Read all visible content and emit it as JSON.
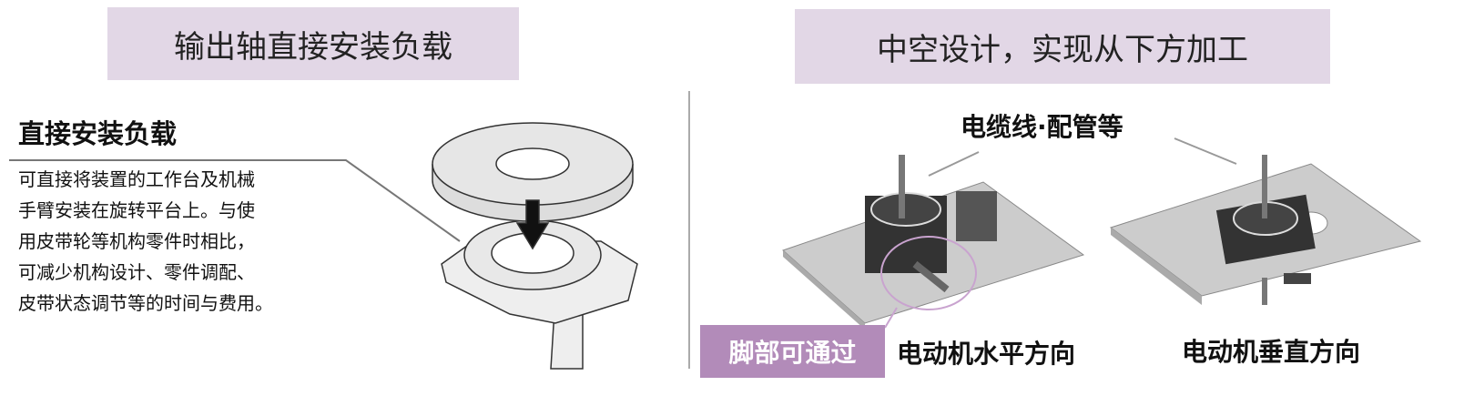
{
  "left": {
    "title": "输出轴直接安装负载",
    "subtitle": "直接安装负载",
    "body_lines": [
      "可直接将装置的工作台及机械",
      "手臂安装在旋转平台上。与使",
      "用皮带轮等机构零件时相比，",
      "可减少机构设计、零件调配、",
      "皮带状态调节等的时间与费用。"
    ]
  },
  "right": {
    "title": "中空设计，实现从下方加工",
    "cable_label": "电缆线·配管等",
    "badge": "脚部可通过",
    "horizontal_label": "电动机水平方向",
    "vertical_label": "电动机垂直方向"
  },
  "colors": {
    "title_bg": "#e2d7e6",
    "badge_bg": "#b28bb9",
    "circle": "#c9a3cf"
  }
}
